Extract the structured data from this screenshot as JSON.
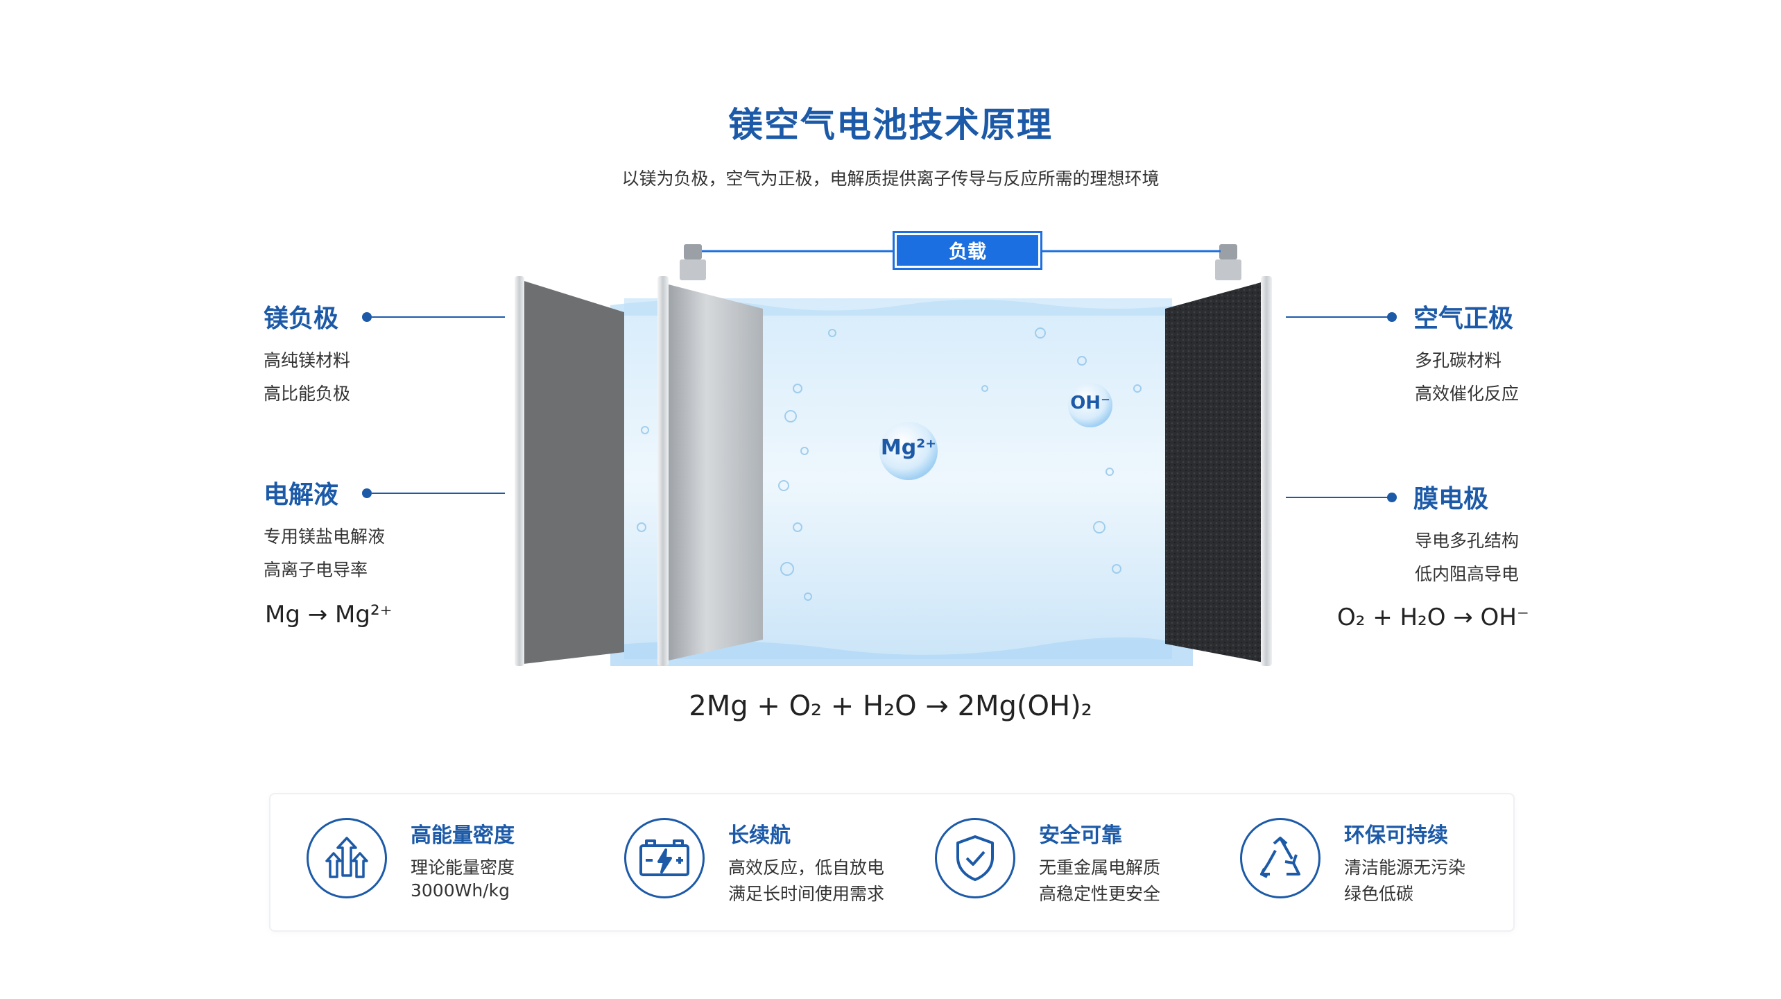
{
  "header": {
    "title": "镁空气电池技术原理",
    "subtitle": "以镁为负极，空气为正极，电解质提供离子传导与反应所需的理想环境"
  },
  "diagram": {
    "load_label": "负载",
    "ion_mg": "Mg²⁺",
    "ion_oh": "OH⁻",
    "left": [
      {
        "title": "镁负极",
        "lines": [
          "高纯镁材料",
          "高比能负极"
        ]
      },
      {
        "title": "电解液",
        "lines": [
          "专用镁盐电解液",
          "高离子电导率"
        ]
      }
    ],
    "left_formula": "Mg → Mg²⁺",
    "right": [
      {
        "title": "空气正极",
        "lines": [
          "多孔碳材料",
          "高效催化反应"
        ]
      },
      {
        "title": "膜电极",
        "lines": [
          "导电多孔结构",
          "低内阻高导电"
        ]
      }
    ],
    "right_formula": "O₂ + H₂O → OH⁻",
    "main_formula": "2Mg + O₂ + H₂O → 2Mg(OH)₂"
  },
  "features": [
    {
      "icon": "arrows-up-icon",
      "title": "高能量密度",
      "line1": "理论能量密度",
      "line2": "3000Wh/kg"
    },
    {
      "icon": "battery-charge-icon",
      "title": "长续航",
      "line1": "高效反应，低自放电",
      "line2": "满足长时间使用需求"
    },
    {
      "icon": "shield-check-icon",
      "title": "安全可靠",
      "line1": "无重金属电解质",
      "line2": "高稳定性更安全"
    },
    {
      "icon": "recycle-icon",
      "title": "环保可持续",
      "line1": "清洁能源无污染",
      "line2": "绿色低碳"
    }
  ],
  "colors": {
    "accent": "#1c5aa8",
    "load_blue": "#1b6fe0",
    "water": "#cfe7fa"
  }
}
